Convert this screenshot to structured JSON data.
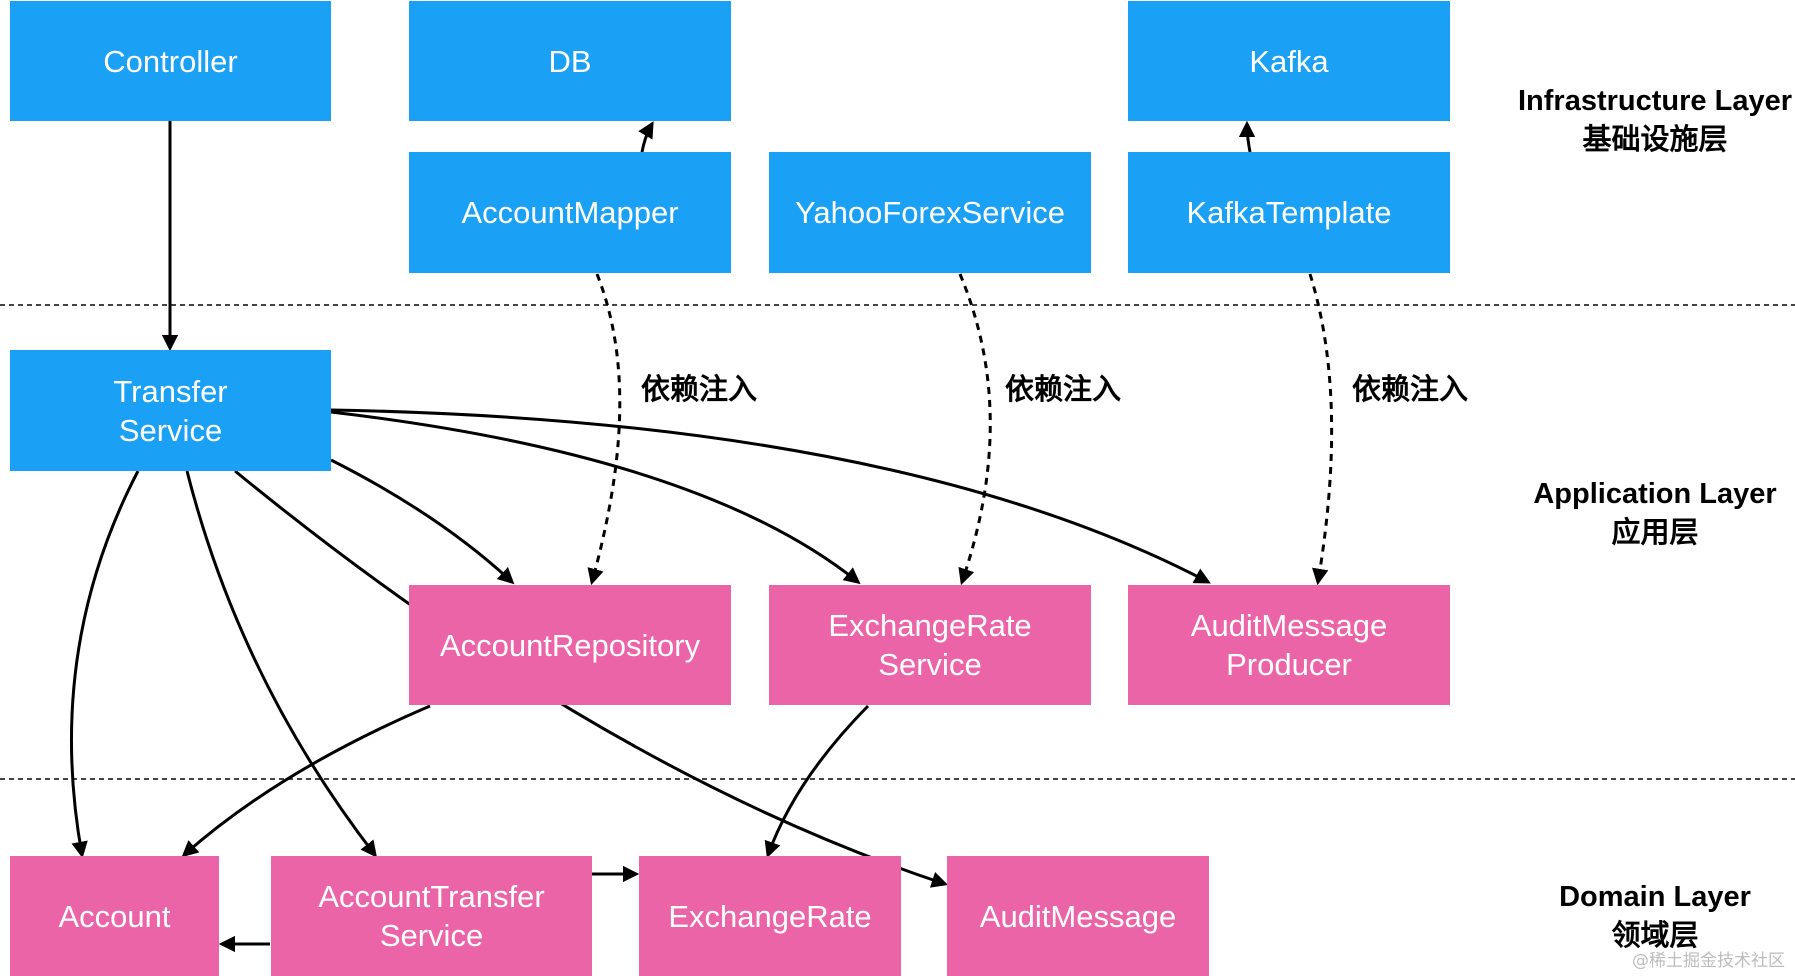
{
  "nodes": {
    "controller": "Controller",
    "db": "DB",
    "kafka": "Kafka",
    "account_mapper": "AccountMapper",
    "yahoo_forex_service": "YahooForexService",
    "kafka_template": "KafkaTemplate",
    "transfer_service": "Transfer\nService",
    "account_repository": "AccountRepository",
    "exchange_rate_service": "ExchangeRate\nService",
    "audit_message_producer": "AuditMessage\nProducer",
    "account": "Account",
    "account_transfer_service": "AccountTransfer\nService",
    "exchange_rate": "ExchangeRate",
    "audit_message": "AuditMessage"
  },
  "layers": {
    "infrastructure": {
      "en": "Infrastructure Layer",
      "zh": "基础设施层"
    },
    "application": {
      "en": "Application Layer",
      "zh": "应用层"
    },
    "domain": {
      "en": "Domain Layer",
      "zh": "领域层"
    }
  },
  "edge_labels": {
    "inject_1": "依赖注入",
    "inject_2": "依赖注入",
    "inject_3": "依赖注入"
  },
  "colors": {
    "infrastructure_box": "#1AA0F5",
    "domain_box": "#EC64A8",
    "arrow": "#000000"
  },
  "watermark": "@稀土掘金技术社区"
}
